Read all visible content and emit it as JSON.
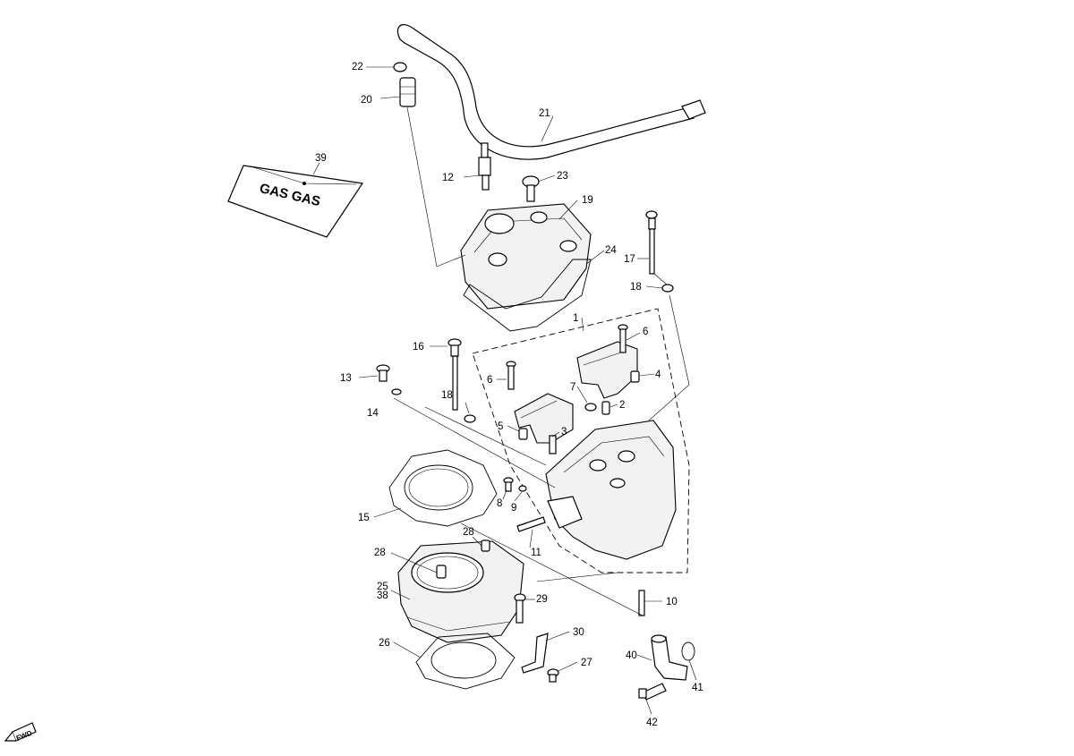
{
  "callouts": {
    "c1": "1",
    "c2": "2",
    "c3": "3",
    "c4": "4",
    "c5": "5",
    "c6a": "6",
    "c6b": "6",
    "c7": "7",
    "c8": "8",
    "c9": "9",
    "c10": "10",
    "c11": "11",
    "c12": "12",
    "c13": "13",
    "c14": "14",
    "c15": "15",
    "c16": "16",
    "c17": "17",
    "c18a": "18",
    "c18b": "18",
    "c19": "19",
    "c20": "20",
    "c21": "21",
    "c22": "22",
    "c23": "23",
    "c24": "24",
    "c25": "25",
    "c26": "26",
    "c27": "27",
    "c28a": "28",
    "c28b": "28",
    "c29": "29",
    "c30": "30",
    "c38": "38",
    "c39": "39",
    "c40": "40",
    "c41": "41",
    "c42": "42"
  },
  "bag_label": "GAS GAS",
  "fwd_label": "FWD"
}
